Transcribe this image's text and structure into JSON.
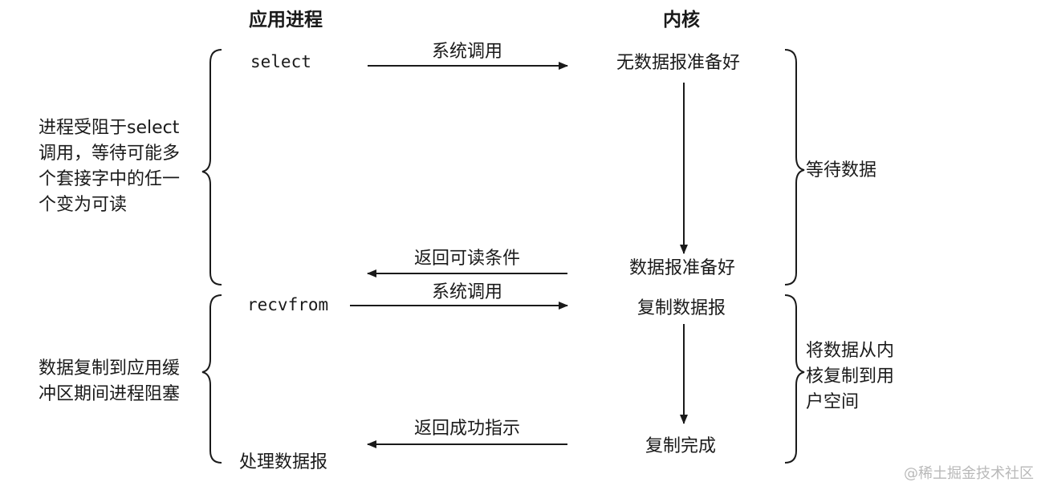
{
  "headers": {
    "app_process": "应用进程",
    "kernel": "内核"
  },
  "process_steps": {
    "select": "select",
    "recvfrom": "recvfrom",
    "process_datagram": "处理数据报"
  },
  "kernel_steps": {
    "no_datagram_ready": "无数据报准备好",
    "datagram_ready": "数据报准备好",
    "copy_datagram": "复制数据报",
    "copy_complete": "复制完成"
  },
  "arrows": {
    "syscall_1": "系统调用",
    "return_readable": "返回可读条件",
    "syscall_2": "系统调用",
    "return_success": "返回成功指示"
  },
  "left_notes": {
    "blocked_in_select": [
      "进程受阻于select",
      "调用，等待可能多",
      "个套接字中的任一",
      "个变为可读"
    ],
    "blocked_during_copy": [
      "数据复制到应用缓",
      "冲区期间进程阻塞"
    ]
  },
  "right_notes": {
    "wait_for_data": "等待数据",
    "copy_kernel_to_user": [
      "将数据从内",
      "核复制到用",
      "户空间"
    ]
  },
  "watermark": "@稀土掘金技术社区"
}
